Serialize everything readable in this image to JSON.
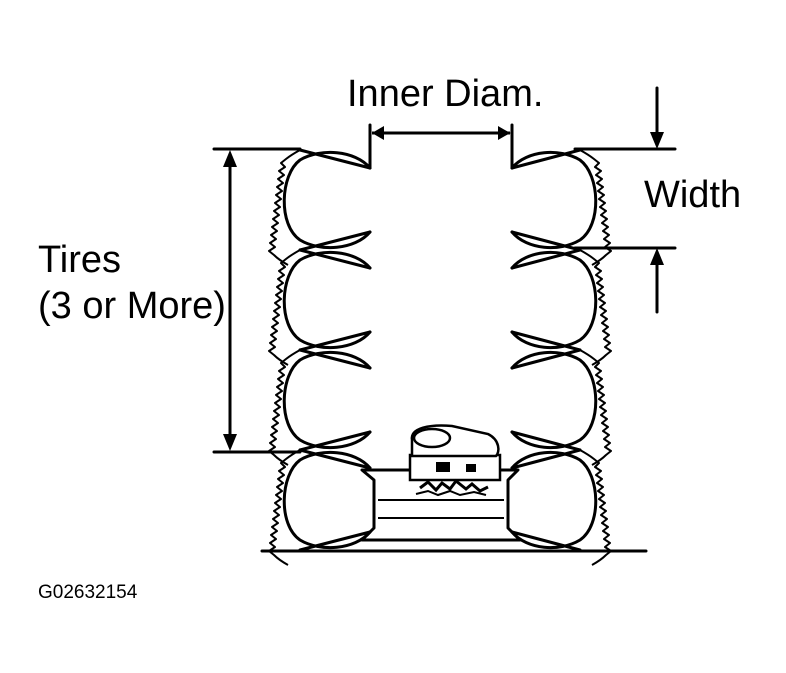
{
  "labels": {
    "inner_diam": "Inner Diam.",
    "width": "Width",
    "tires_line1": "Tires",
    "tires_line2": "(3 or More)",
    "figure_code": "G02632154"
  }
}
